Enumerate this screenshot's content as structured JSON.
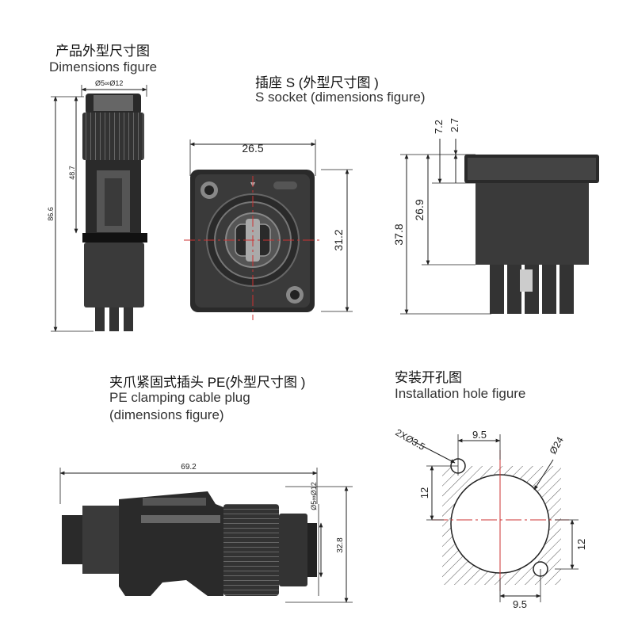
{
  "sections": {
    "product": {
      "title_cn": "产品外型尺寸图",
      "title_en": "Dimensions figure"
    },
    "socket": {
      "title_cn": "插座 S (外型尺寸图 )",
      "title_en": "S socket (dimensions figure)"
    },
    "pe_plug": {
      "title_cn": "夹爪紧固式插头 PE(外型尺寸图 )",
      "title_en_1": "PE clamping cable plug",
      "title_en_2": "(dimensions figure)"
    },
    "hole": {
      "title_cn": "安装开孔图",
      "title_en": "Installation hole figure"
    }
  },
  "dims": {
    "product_cable": "Ø5∞Ø12",
    "product_h1": "48.7",
    "product_h2": "86.6",
    "socket_w": "26.5",
    "socket_h": "31.2",
    "side_d1": "7.2",
    "side_d2": "2.7",
    "side_h1": "26.9",
    "side_h2": "37.8",
    "pe_len": "69.2",
    "pe_cable": "Ø5∞Ø12",
    "pe_h": "32.8",
    "hole_small": "2XØ3.5",
    "hole_big": "Ø24",
    "hole_top": "9.5",
    "hole_bottom": "9.5",
    "hole_left": "12",
    "hole_right": "12"
  },
  "colors": {
    "line": "#222222",
    "body": "#2a2a2a",
    "center": "#cc3333",
    "hatch": "#444444"
  }
}
